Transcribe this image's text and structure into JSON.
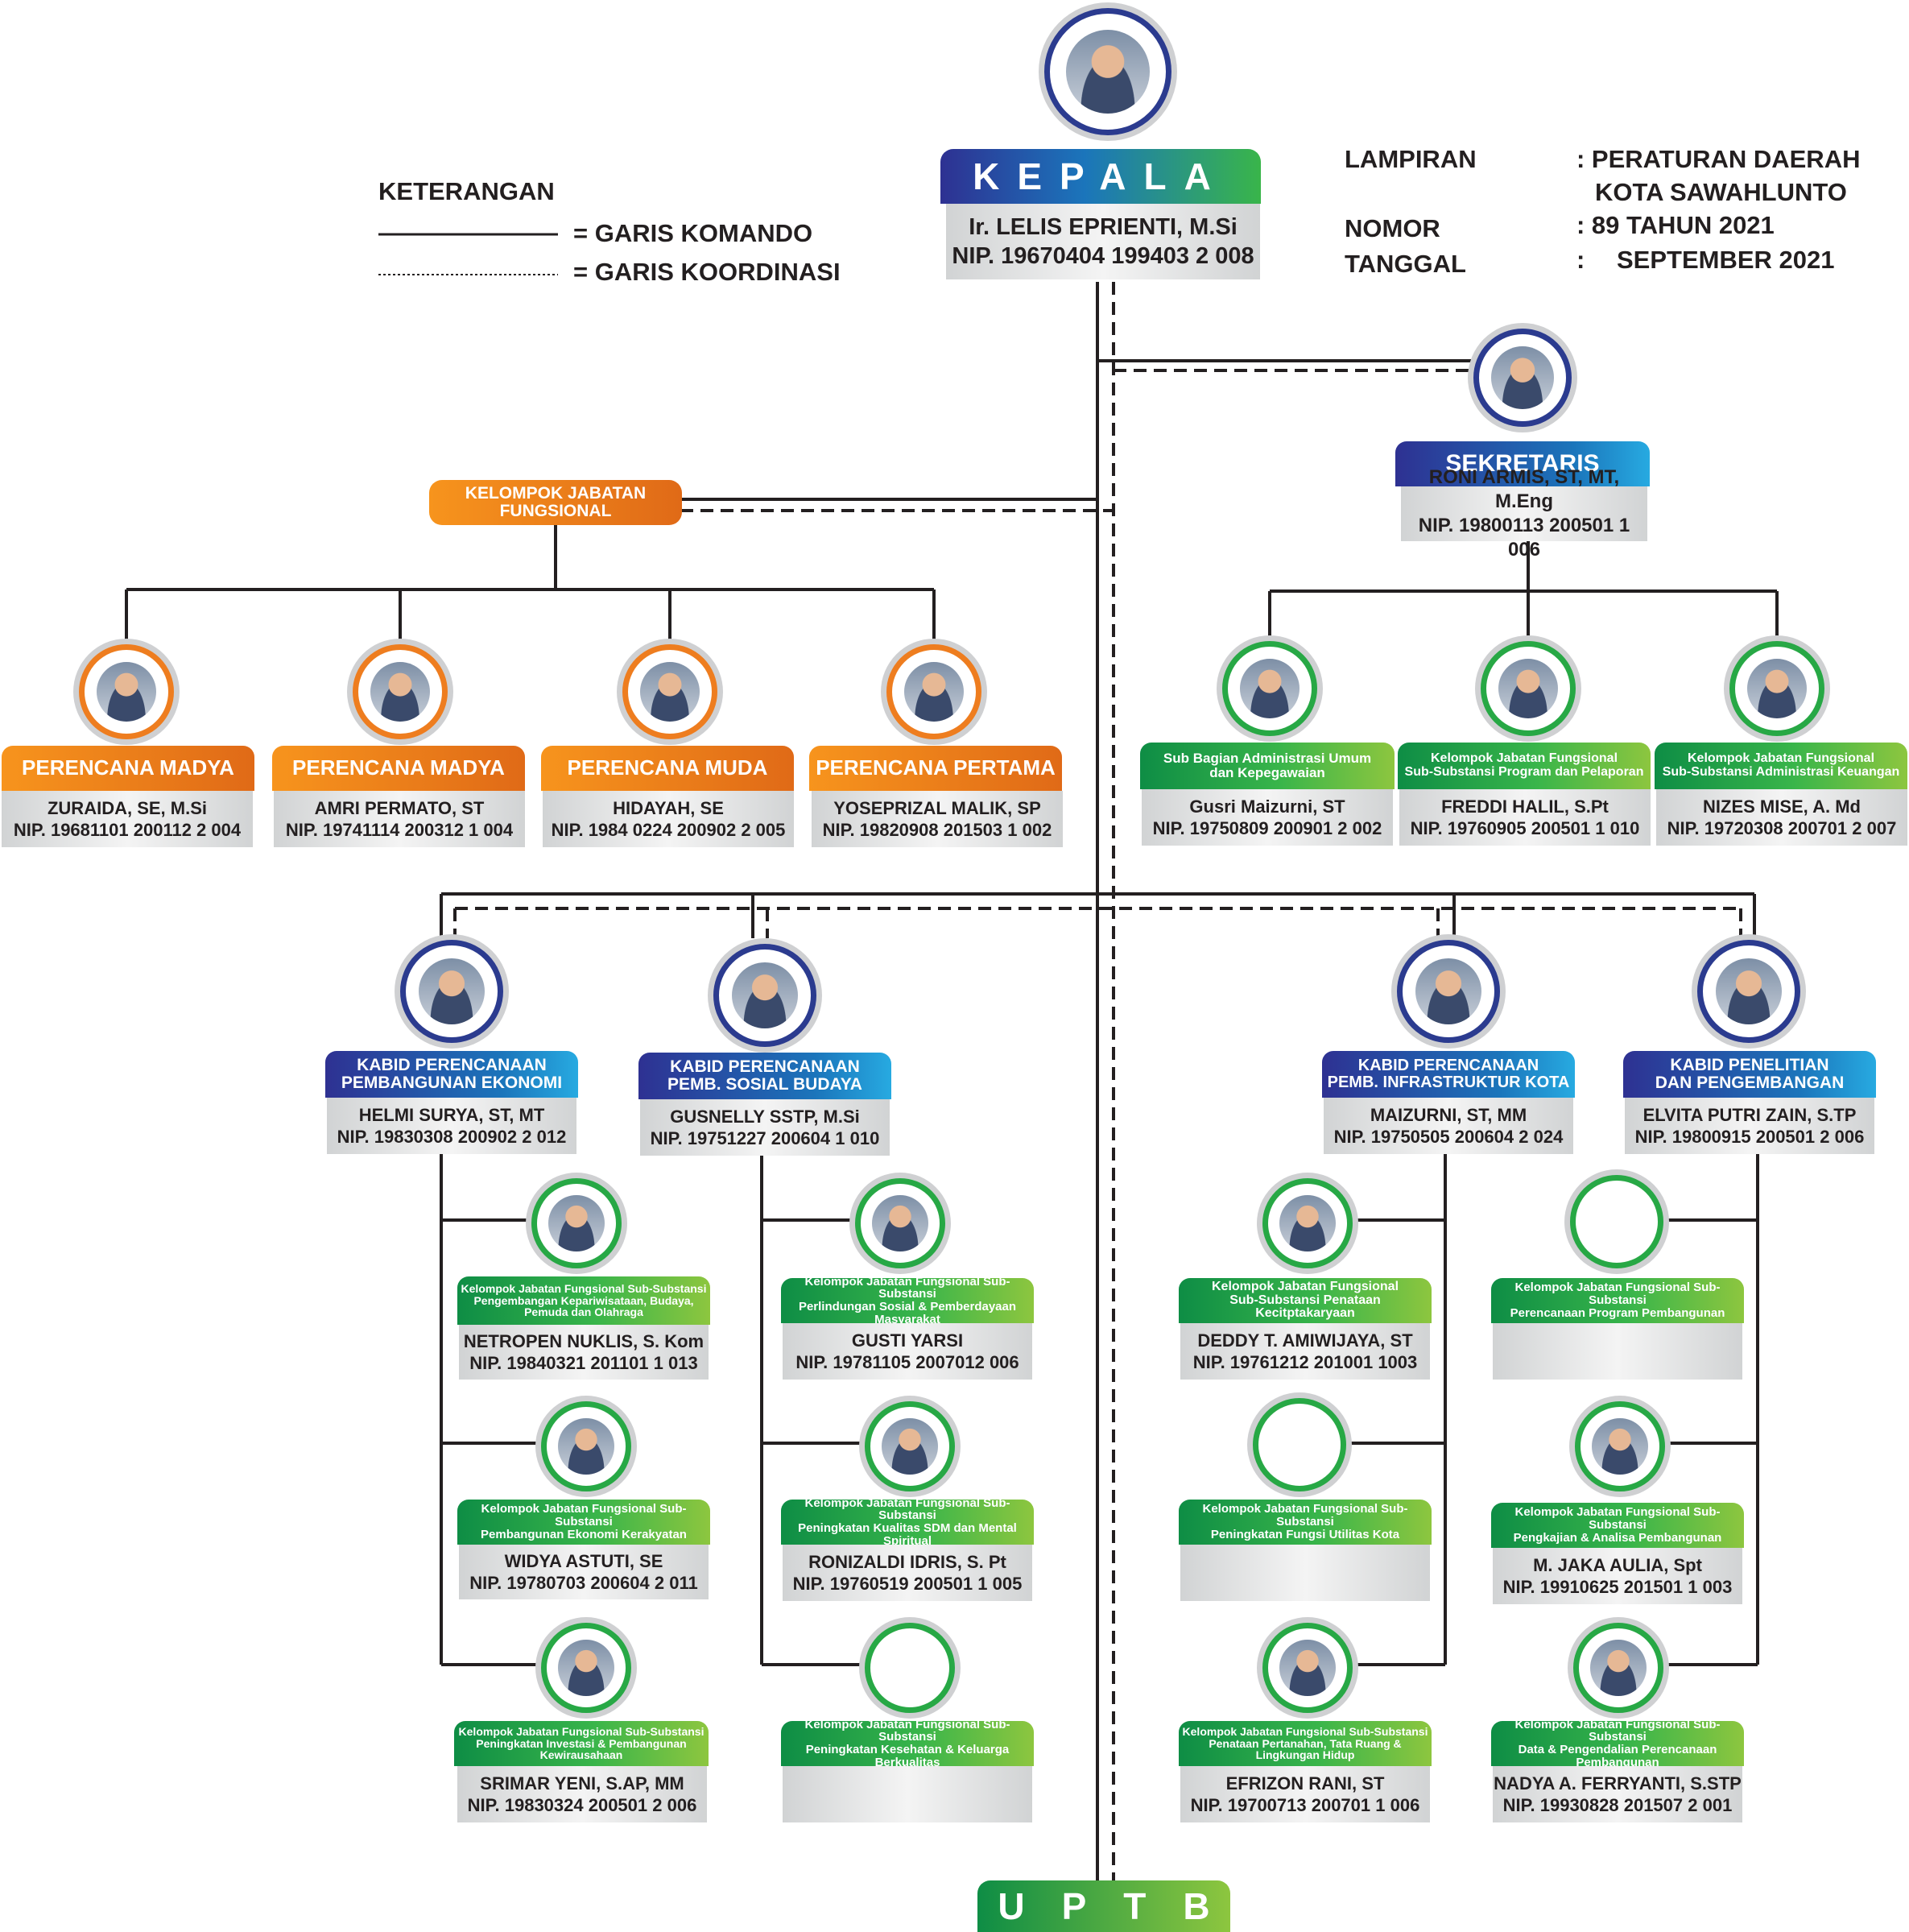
{
  "legend": {
    "title": "KETERANGAN",
    "command": "= GARIS KOMANDO",
    "coordination": "= GARIS KOORDINASI"
  },
  "meta": {
    "lampiran_label": "LAMPIRAN",
    "lampiran_value_1": ": PERATURAN DAERAH",
    "lampiran_value_2": "KOTA SAWAHLUNTO",
    "nomor_label": "NOMOR",
    "nomor_value": ": 89 TAHUN 2021",
    "tanggal_label": "TANGGAL",
    "tanggal_colon": ":",
    "tanggal_value": "SEPTEMBER 2021"
  },
  "kepala": {
    "title": "KEPALA",
    "name": "Ir. LELIS EPRIENTI, M.Si",
    "nip": "NIP. 19670404 199403 2 008"
  },
  "sekretaris": {
    "title": "SEKRETARIS",
    "name": "RONI ARMIS, ST, MT, M.Eng",
    "nip": "NIP. 19800113 200501 1 006"
  },
  "jf_group": {
    "title": "KELOMPOK JABATAN FUNGSIONAL"
  },
  "perencana": [
    {
      "title": "PERENCANA MADYA",
      "name": "ZURAIDA, SE, M.Si",
      "nip": "NIP. 19681101 200112 2 004"
    },
    {
      "title": "PERENCANA MADYA",
      "name": "AMRI PERMATO, ST",
      "nip": "NIP. 19741114 200312 1 004"
    },
    {
      "title": "PERENCANA MUDA",
      "name": "HIDAYAH, SE",
      "nip": "NIP. 1984 0224 200902 2 005"
    },
    {
      "title": "PERENCANA PERTAMA",
      "name": "YOSEPRIZAL MALIK, SP",
      "nip": "NIP. 19820908 201503 1 002"
    }
  ],
  "sek_units": [
    {
      "title_1": "Sub Bagian Administrasi Umum",
      "title_2": "dan Kepegawaian",
      "name": "Gusri Maizurni, ST",
      "nip": "NIP. 19750809 200901 2 002"
    },
    {
      "title_1": "Kelompok Jabatan Fungsional",
      "title_2": "Sub-Substansi Program dan Pelaporan",
      "name": "FREDDI HALIL, S.Pt",
      "nip": "NIP. 19760905 200501 1 010"
    },
    {
      "title_1": "Kelompok Jabatan Fungsional",
      "title_2": "Sub-Substansi Administrasi Keuangan",
      "name": "NIZES MISE, A. Md",
      "nip": "NIP. 19720308 200701 2 007"
    }
  ],
  "kabid": [
    {
      "title_1": "KABID PERENCANAAN",
      "title_2": "PEMBANGUNAN EKONOMI",
      "name": "HELMI SURYA, ST, MT",
      "nip": "NIP. 19830308 200902 2 012"
    },
    {
      "title_1": "KABID PERENCANAAN",
      "title_2": "PEMB. SOSIAL BUDAYA",
      "name": "GUSNELLY SSTP, M.Si",
      "nip": "NIP. 19751227 200604 1 010"
    },
    {
      "title_1": "KABID PERENCANAAN",
      "title_2": "PEMB. INFRASTRUKTUR KOTA",
      "name": "MAIZURNI, ST, MM",
      "nip": "NIP. 19750505 200604 2 024"
    },
    {
      "title_1": "KABID PENELITIAN",
      "title_2": "DAN PENGEMBANGAN",
      "name": "ELVITA PUTRI ZAIN, S.TP",
      "nip": "NIP. 19800915 200501 2 006"
    }
  ],
  "subunits": [
    [
      {
        "title_1": "Kelompok Jabatan Fungsional Sub-Substansi",
        "title_2": "Pengembangan Kepariwisataan, Budaya,",
        "title_3": "Pemuda dan Olahraga",
        "name": "NETROPEN NUKLIS, S. Kom",
        "nip": "NIP. 19840321 201101 1 013"
      },
      {
        "title_1": "Kelompok Jabatan Fungsional  Sub-Substansi",
        "title_2": "Pembangunan Ekonomi Kerakyatan",
        "title_3": "",
        "name": "WIDYA ASTUTI, SE",
        "nip": "NIP. 19780703 200604 2 011"
      },
      {
        "title_1": "Kelompok Jabatan Fungsional Sub-Substansi",
        "title_2": "Peningkatan Investasi & Pembangunan Kewirausahaan",
        "title_3": "",
        "name": "SRIMAR YENI, S.AP, MM",
        "nip": "NIP. 19830324 200501 2 006"
      }
    ],
    [
      {
        "title_1": "Kelompok Jabatan Fungsional Sub-Substansi",
        "title_2": "Perlindungan Sosial & Pemberdayaan Masyarakat",
        "title_3": "",
        "name": "GUSTI YARSI",
        "nip": "NIP. 19781105 2007012 006"
      },
      {
        "title_1": "Kelompok Jabatan Fungsional Sub-Substansi",
        "title_2": "Peningkatan Kualitas SDM dan Mental Spiritual",
        "title_3": "",
        "name": "RONIZALDI IDRIS, S. Pt",
        "nip": "NIP. 19760519 200501 1 005"
      },
      {
        "title_1": "Kelompok Jabatan Fungsional Sub-Substansi",
        "title_2": "Peningkatan Kesehatan & Keluarga Berkualitas",
        "title_3": "",
        "name": "",
        "nip": ""
      }
    ],
    [
      {
        "title_1": "Kelompok Jabatan Fungsional",
        "title_2": "Sub-Substansi Penataan Kecitptakaryaan",
        "title_3": "",
        "name": "DEDDY T. AMIWIJAYA, ST",
        "nip": "NIP. 19761212 201001 1003"
      },
      {
        "title_1": "Kelompok Jabatan Fungsional Sub-Substansi",
        "title_2": "Peningkatan Fungsi Utilitas Kota",
        "title_3": "",
        "name": "",
        "nip": ""
      },
      {
        "title_1": "Kelompok Jabatan Fungsional Sub-Substansi",
        "title_2": "Penataan Pertanahan, Tata Ruang & Lingkungan Hidup",
        "title_3": "",
        "name": "EFRIZON RANI, ST",
        "nip": "NIP. 19700713 200701 1 006"
      }
    ],
    [
      {
        "title_1": "Kelompok Jabatan Fungsional Sub-Substansi",
        "title_2": "Perencanaan Program Pembangunan",
        "title_3": "",
        "name": "",
        "nip": ""
      },
      {
        "title_1": "Kelompok Jabatan Fungsional Sub-Substansi",
        "title_2": "Pengkajian & Analisa Pembangunan",
        "title_3": "",
        "name": "M. JAKA AULIA, Spt",
        "nip": "NIP. 19910625 201501 1 003"
      },
      {
        "title_1": "Kelompok Jabatan Fungsional Sub-Substansi",
        "title_2": "Data & Pengendalian Perencanaan Pembangunan",
        "title_3": "",
        "name": "NADYA A. FERRYANTI, S.STP",
        "nip": "NIP. 19930828 201507 2 001"
      }
    ]
  ],
  "uptb": {
    "title": "UPTB"
  },
  "colors": {
    "blue": "#2e3192",
    "green": "#39b54a",
    "orange": "#f7941d",
    "line": "#231f20"
  }
}
